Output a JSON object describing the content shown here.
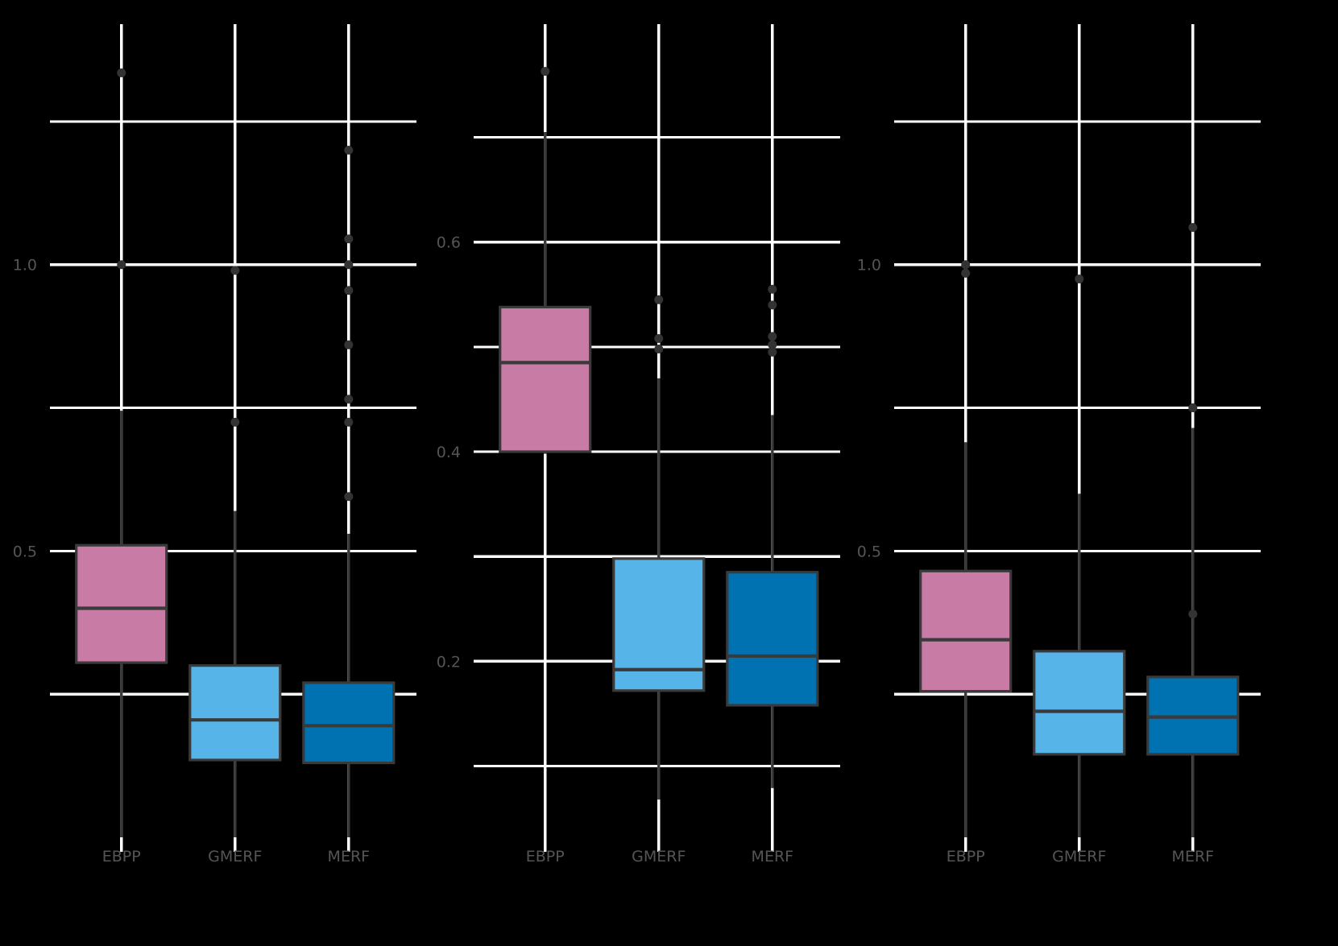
{
  "chart_data": {
    "type": "box",
    "title": "",
    "xlabel": "",
    "ylabel": "",
    "grid": true,
    "legend": "none",
    "background_color": "#000000",
    "gridline_color": "#ffffff",
    "axis_text_color": "#555555",
    "box_edge_color": "#3a3a3a",
    "outlier_color": "#333333",
    "group_colors": {
      "EBPP": "#c77ba5",
      "GMERF": "#56b4e9",
      "MERF": "#0072b2"
    },
    "categories": [
      "EBPP",
      "GMERF",
      "MERF"
    ],
    "panels": [
      {
        "name": "panel-1",
        "ytick_labels": [
          "1.0",
          "0.5"
        ],
        "ytick_values": [
          1.0,
          0.5
        ],
        "minor_gridlines": [
          1.25,
          0.75,
          0.25
        ],
        "ylim": [
          0.0,
          1.42
        ],
        "boxes": [
          {
            "group": "EBPP",
            "color": "#c77ba5",
            "whisker_low": 0.0,
            "q1": 0.305,
            "median": 0.4,
            "q3": 0.51,
            "whisker_high": 0.745,
            "outliers": [
              1.335,
              1.0
            ]
          },
          {
            "group": "GMERF",
            "color": "#56b4e9",
            "whisker_low": 0.0,
            "q1": 0.135,
            "median": 0.205,
            "q3": 0.3,
            "whisker_high": 0.57,
            "outliers": [
              0.99,
              0.725
            ]
          },
          {
            "group": "MERF",
            "color": "#0072b2",
            "whisker_low": 0.0,
            "q1": 0.13,
            "median": 0.195,
            "q3": 0.27,
            "whisker_high": 0.53,
            "outliers": [
              1.2,
              1.045,
              1.0,
              0.955,
              0.86,
              0.765,
              0.725,
              0.595
            ]
          }
        ]
      },
      {
        "name": "panel-2",
        "ytick_labels": [
          "0.6",
          "0.4",
          "0.2"
        ],
        "ytick_values": [
          0.6,
          0.4,
          0.2
        ],
        "minor_gridlines": [
          0.7,
          0.5,
          0.3,
          0.1
        ],
        "ylim": [
          0.032,
          0.808
        ],
        "boxes": [
          {
            "group": "EBPP",
            "color": "#c77ba5",
            "whisker_low": 0.398,
            "q1": 0.4,
            "median": 0.485,
            "q3": 0.538,
            "whisker_high": 0.705,
            "outliers": [
              0.763
            ]
          },
          {
            "group": "GMERF",
            "color": "#56b4e9",
            "whisker_low": 0.068,
            "q1": 0.172,
            "median": 0.192,
            "q3": 0.298,
            "whisker_high": 0.47,
            "outliers": [
              0.545,
              0.508,
              0.498
            ]
          },
          {
            "group": "MERF",
            "color": "#0072b2",
            "whisker_low": 0.079,
            "q1": 0.158,
            "median": 0.205,
            "q3": 0.285,
            "whisker_high": 0.435,
            "outliers": [
              0.555,
              0.54,
              0.51,
              0.502,
              0.495
            ]
          }
        ]
      },
      {
        "name": "panel-3",
        "ytick_labels": [
          "1.0",
          "0.5"
        ],
        "ytick_values": [
          1.0,
          0.5
        ],
        "minor_gridlines": [
          1.25,
          0.75,
          0.25
        ],
        "ylim": [
          0.0,
          1.42
        ],
        "boxes": [
          {
            "group": "EBPP",
            "color": "#c77ba5",
            "whisker_low": 0.0,
            "q1": 0.255,
            "median": 0.345,
            "q3": 0.465,
            "whisker_high": 0.69,
            "outliers": [
              1.0,
              0.985
            ]
          },
          {
            "group": "GMERF",
            "color": "#56b4e9",
            "whisker_low": 0.0,
            "q1": 0.145,
            "median": 0.22,
            "q3": 0.325,
            "whisker_high": 0.6,
            "outliers": [
              0.975
            ]
          },
          {
            "group": "MERF",
            "color": "#0072b2",
            "whisker_low": 0.0,
            "q1": 0.145,
            "median": 0.21,
            "q3": 0.28,
            "whisker_high": 0.715,
            "outliers": [
              1.065,
              0.75,
              0.39
            ]
          }
        ]
      }
    ]
  }
}
